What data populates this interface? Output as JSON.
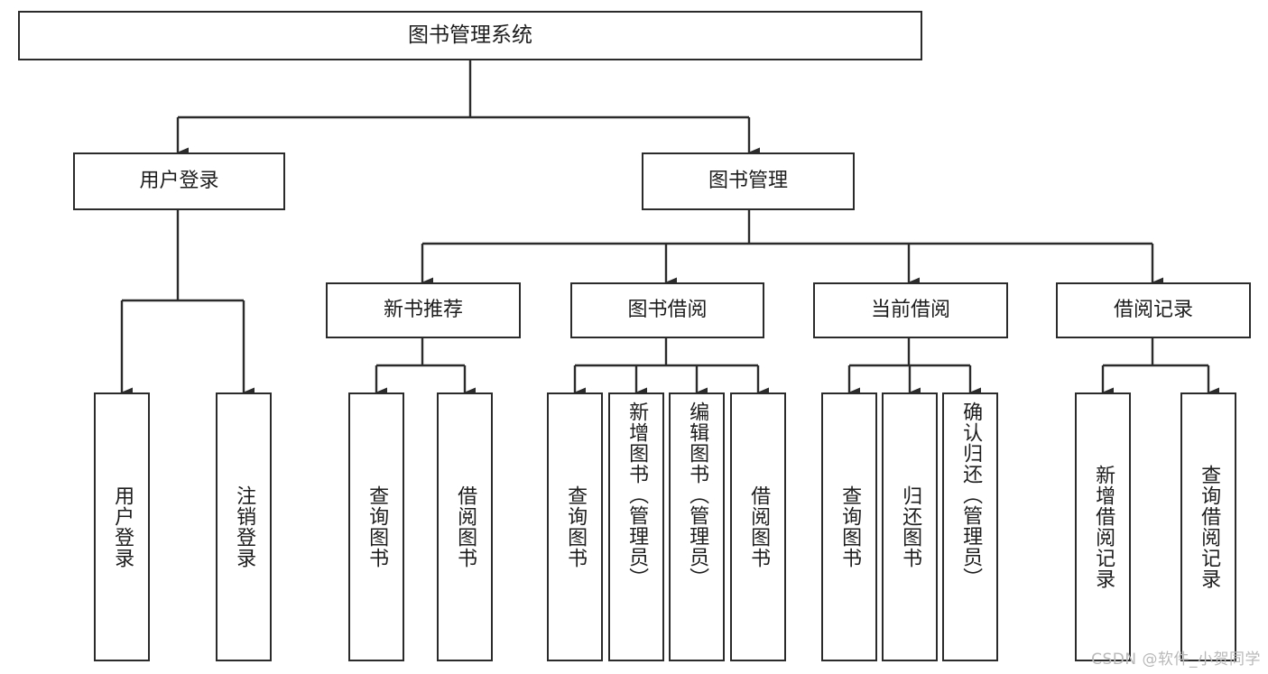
{
  "diagram": {
    "title": "图书管理系统",
    "type": "hierarchy-tree",
    "root": {
      "label": "图书管理系统"
    },
    "level2": [
      {
        "label": "用户登录"
      },
      {
        "label": "图书管理"
      }
    ],
    "level3": [
      {
        "label": "新书推荐"
      },
      {
        "label": "图书借阅"
      },
      {
        "label": "当前借阅"
      },
      {
        "label": "借阅记录"
      }
    ],
    "leaves": {
      "user_login": [
        {
          "label": "用户登录"
        },
        {
          "label": "注销登录"
        }
      ],
      "new_book_recommend": [
        {
          "label": "查询图书"
        },
        {
          "label": "借阅图书"
        }
      ],
      "book_borrow": [
        {
          "label": "查询图书"
        },
        {
          "label": "新增图书（管理员）"
        },
        {
          "label": "编辑图书（管理员）"
        },
        {
          "label": "借阅图书"
        }
      ],
      "current_borrow": [
        {
          "label": "查询图书"
        },
        {
          "label": "归还图书"
        },
        {
          "label": "确认归还（管理员）"
        }
      ],
      "borrow_records": [
        {
          "label": "新增借阅记录"
        },
        {
          "label": "查询借阅记录"
        }
      ]
    }
  },
  "watermark": {
    "text": "CSDN @软件_小贺同学"
  },
  "colors": {
    "border": "#2b2b2b",
    "text": "#1d1d1d",
    "background": "#ffffff",
    "watermark": "#b9b9b9"
  }
}
